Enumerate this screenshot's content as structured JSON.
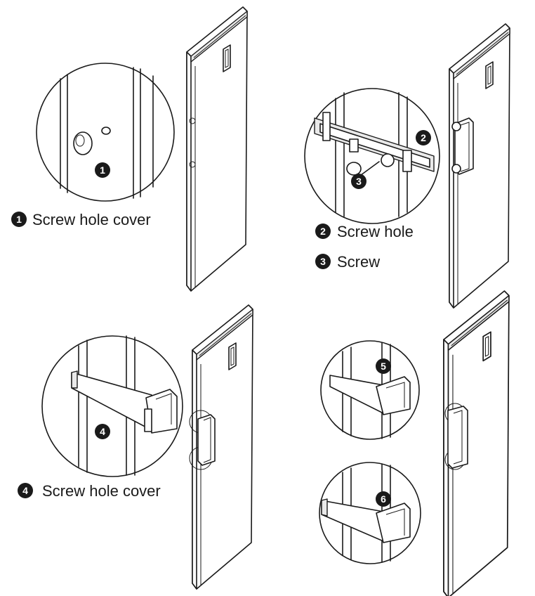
{
  "callouts": [
    {
      "n": "1",
      "label": "Screw hole cover"
    },
    {
      "n": "2",
      "label": "Screw hole"
    },
    {
      "n": "3",
      "label": "Screw"
    },
    {
      "n": "4",
      "label": "Screw hole cover"
    },
    {
      "n": "5"
    },
    {
      "n": "6"
    }
  ]
}
